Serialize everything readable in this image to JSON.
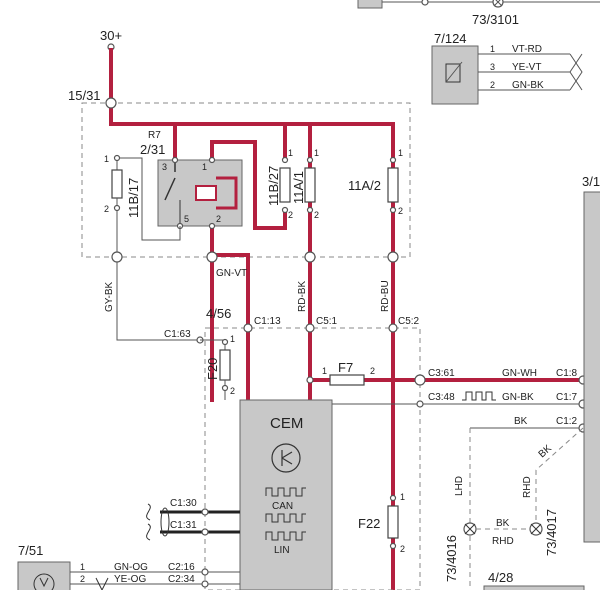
{
  "top": {
    "ref_73_3101": "73/3101",
    "supply_label": "30+",
    "ref_7_124": "7/124",
    "pin1": "1",
    "pin3": "3",
    "pin2": "2",
    "vt_rd": "VT-RD",
    "ye_vt": "YE-VT",
    "gn_bk": "GN-BK"
  },
  "module_15_31": {
    "ref": "15/31",
    "r7": "R7",
    "relay_ref": "2/31",
    "relay_pin3": "3",
    "relay_pin1": "1",
    "relay_pin2": "2",
    "relay_pin5": "5",
    "fuse_11b17": "11B/17",
    "fuse_11b27": "11B/27",
    "fuse_11a1": "11A/1",
    "fuse_11a2": "11A/2",
    "pin_1": "1",
    "pin_2": "2"
  },
  "wires": {
    "gy_bk": "GY-BK",
    "gn_vt": "GN-VT",
    "rd_bk": "RD-BK",
    "rd_bu": "RD-BU",
    "gn_wh": "GN-WH",
    "gn_bk": "GN-BK",
    "bk": "BK",
    "gn_og": "GN-OG",
    "ye_og": "YE-OG"
  },
  "connectors": {
    "c1_63": "C1:63",
    "c1_13": "C1:13",
    "c5_1": "C5:1",
    "c5_2": "C5:2",
    "c3_61": "C3:61",
    "c3_48": "C3:48",
    "c1_8": "C1:8",
    "c1_7": "C1:7",
    "c1_2": "C1:2",
    "c1_30": "C1:30",
    "c1_31": "C1:31",
    "c2_16": "C2:16",
    "c2_34": "C2:34"
  },
  "cem": {
    "ref": "4/56",
    "title": "CEM",
    "can": "CAN",
    "lin": "LIN",
    "fuse_f20": "F20",
    "fuse_f7": "F7",
    "fuse_f22": "F22",
    "pin_1": "1",
    "pin_2": "2"
  },
  "right": {
    "ref_3_1": "3/1",
    "lhd": "LHD",
    "rhd": "RHD",
    "bk": "BK",
    "ref_73_4016": "73/4016",
    "ref_73_4017": "73/4017",
    "ref_4_28": "4/28"
  },
  "bottom_left": {
    "ref_7_51": "7/51",
    "pin1": "1",
    "pin2": "2"
  }
}
